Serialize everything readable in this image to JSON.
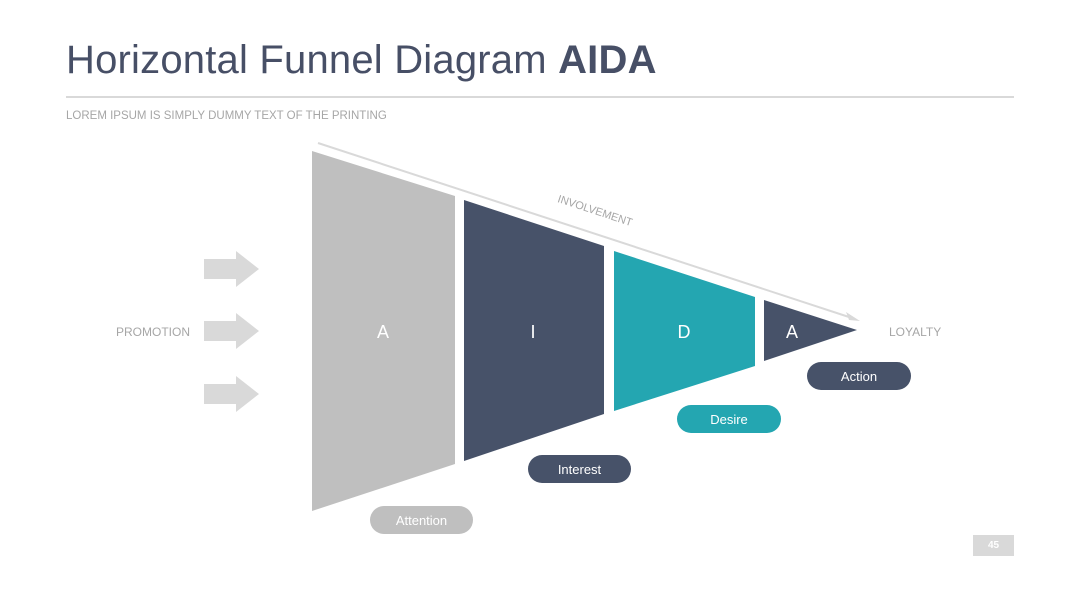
{
  "header": {
    "title_main": "Horizontal Funnel Diagram",
    "title_bold": "AIDA",
    "subtitle": "LOREM IPSUM IS SIMPLY DUMMY TEXT OF THE PRINTING"
  },
  "diagram": {
    "axis_label": "INVOLVEMENT",
    "left_label": "PROMOTION",
    "right_label": "LOYALTY",
    "stages": [
      {
        "letter": "A",
        "name": "Attention",
        "color": "#bfbfbf"
      },
      {
        "letter": "I",
        "name": "Interest",
        "color": "#475269"
      },
      {
        "letter": "D",
        "name": "Desire",
        "color": "#24a6b1"
      },
      {
        "letter": "A",
        "name": "Action",
        "color": "#475269"
      }
    ],
    "arrow_color": "#d9d9d9"
  },
  "footer": {
    "page_number": "45"
  }
}
